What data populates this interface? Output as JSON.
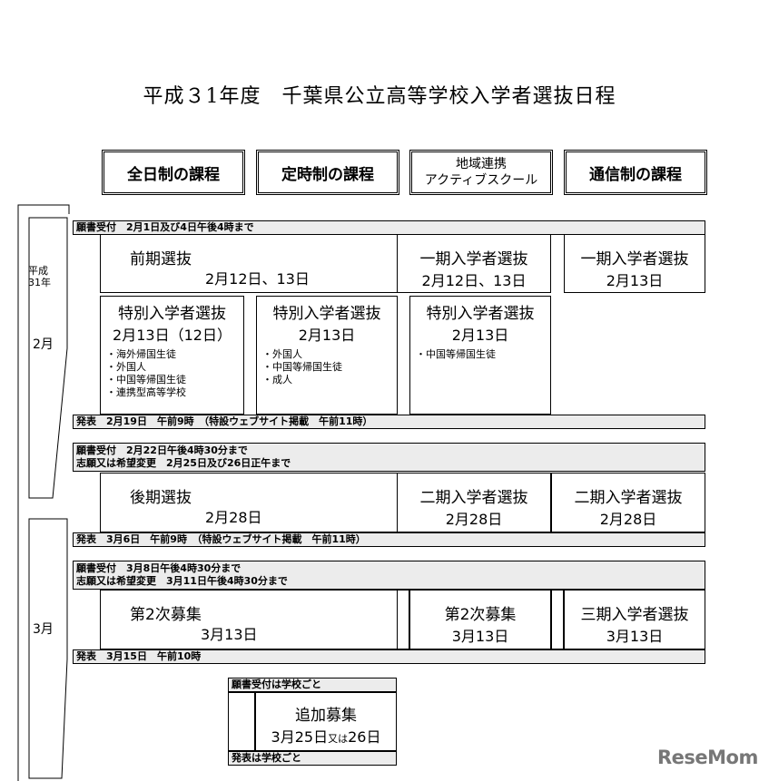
{
  "title": "平成３1年度　千葉県公立高等学校入学者選抜日程",
  "headers": {
    "zennichi": "全日制の課程",
    "teiji": "定時制の課程",
    "chiiki_line1": "地域連携",
    "chiiki_line2": "アクティブスクール",
    "tsushin": "通信制の課程"
  },
  "months": {
    "year_line1": "平成",
    "year_line2": "31年",
    "feb": "2月",
    "mar": "3月"
  },
  "feb": {
    "accept": "願書受付　2月1日及び4日午後4時まで",
    "zenki_title": "前期選抜",
    "zenki_dates": "2月12日、13日",
    "ichiki_chiiki_title": "一期入学者選抜",
    "ichiki_chiiki_dates": "2月12日、13日",
    "ichiki_tsushin_title": "一期入学者選抜",
    "ichiki_tsushin_dates": "2月13日",
    "tokubetsu1_title": "特別入学者選抜",
    "tokubetsu1_dates": "2月13日（12日）",
    "tokubetsu1_items": [
      "・海外帰国生徒",
      "・外国人",
      "・中国等帰国生徒",
      "・連携型高等学校"
    ],
    "tokubetsu2_title": "特別入学者選抜",
    "tokubetsu2_dates": "2月13日",
    "tokubetsu2_items": [
      "・外国人",
      "・中国等帰国生徒",
      "・成人"
    ],
    "tokubetsu3_title": "特別入学者選抜",
    "tokubetsu3_dates": "2月13日",
    "tokubetsu3_items": [
      "・中国等帰国生徒"
    ],
    "announce": "発表　2月19日　午前9時　（特設ウェブサイト掲載　午前11時）"
  },
  "late_feb": {
    "accept_line1": "願書受付　2月22日午後4時30分まで",
    "accept_line2": "志願又は希望変更　2月25日及び26日正午まで",
    "kouki_title": "後期選抜",
    "kouki_dates": "2月28日",
    "niki_chiiki_title": "二期入学者選抜",
    "niki_chiiki_dates": "2月28日",
    "niki_tsushin_title": "二期入学者選抜",
    "niki_tsushin_dates": "2月28日",
    "announce": "発表　3月6日　午前9時　（特設ウェブサイト掲載　午前11時）"
  },
  "march": {
    "accept_line1": "願書受付　3月8日午後4時30分まで",
    "accept_line2": "志願又は希望変更　3月11日午後4時30分まで",
    "dai2_title": "第2次募集",
    "dai2_dates": "3月13日",
    "dai2_chiiki_title": "第2次募集",
    "dai2_chiiki_dates": "3月13日",
    "sanki_title": "三期入学者選抜",
    "sanki_dates": "3月13日",
    "announce": "発表　3月15日　午前10時"
  },
  "additional": {
    "accept": "願書受付は学校ごと",
    "title": "追加募集",
    "dates_a": "3月25日",
    "dates_or": "又は",
    "dates_b": "26日",
    "announce": "発表は学校ごと"
  },
  "logo": "ReseMom"
}
